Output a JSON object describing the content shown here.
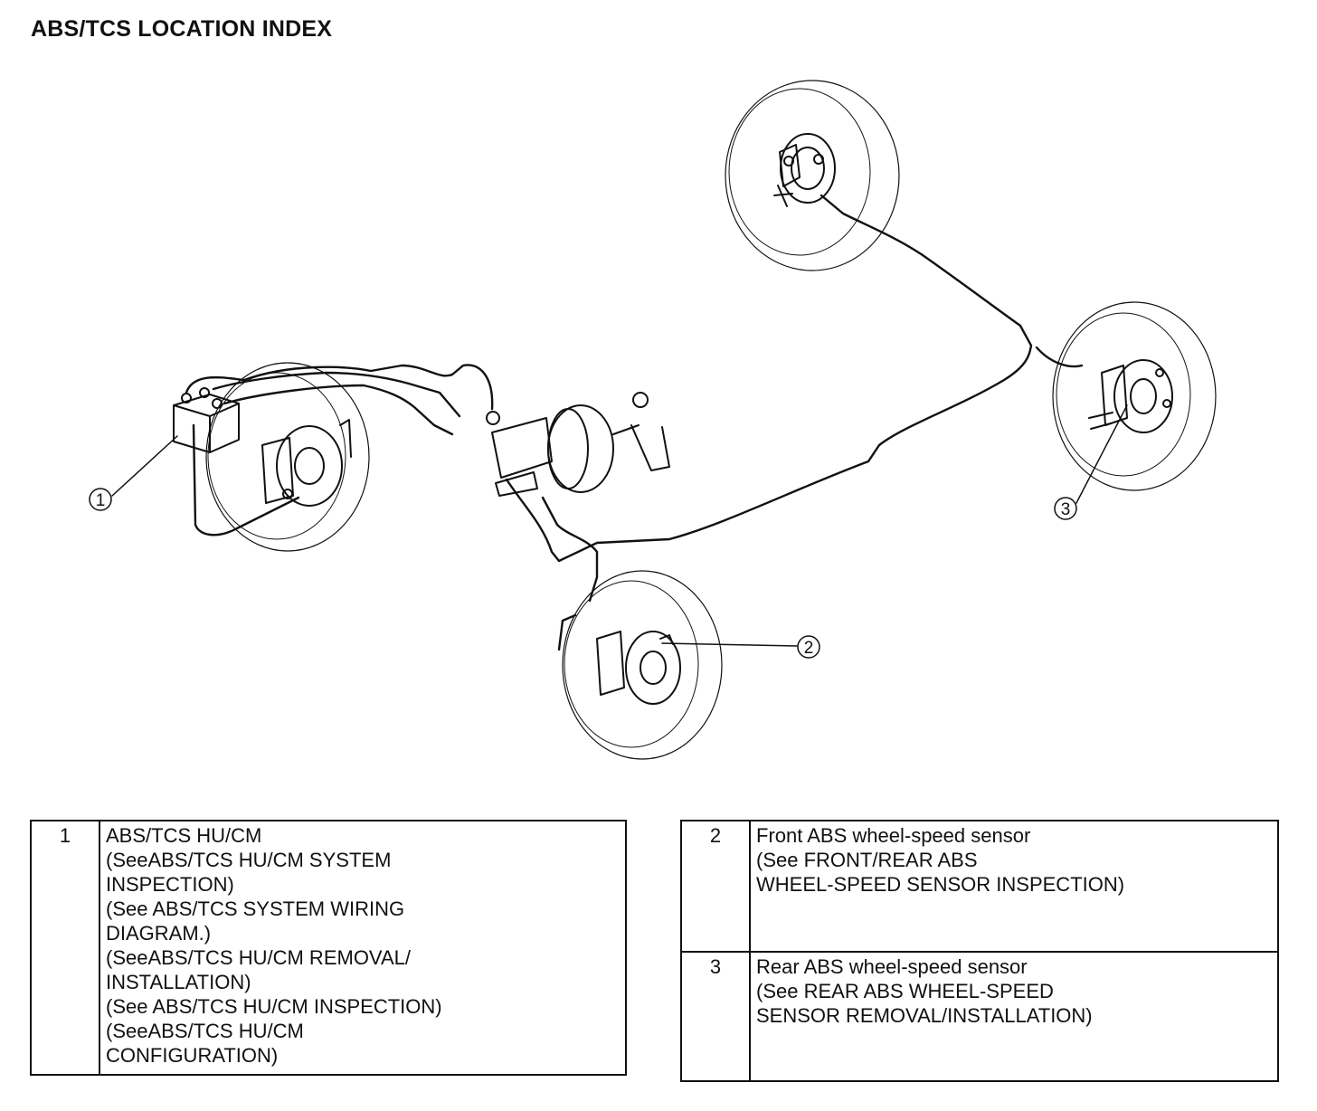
{
  "title": "ABS/TCS LOCATION INDEX",
  "callouts": [
    {
      "id": "1",
      "label": "1"
    },
    {
      "id": "2",
      "label": "2"
    },
    {
      "id": "3",
      "label": "3"
    }
  ],
  "legend_left": [
    {
      "number": "1",
      "text": "ABS/TCS HU/CM\n (SeeABS/TCS HU/CM SYSTEM\nINSPECTION)\n(See ABS/TCS SYSTEM WIRING\nDIAGRAM.)\n (SeeABS/TCS HU/CM REMOVAL/\nINSTALLATION)\n (See ABS/TCS HU/CM INSPECTION)\n (SeeABS/TCS HU/CM\nCONFIGURATION)"
    }
  ],
  "legend_right": [
    {
      "number": "2",
      "text": "Front ABS wheel-speed sensor\n (See FRONT/REAR ABS\nWHEEL-SPEED SENSOR INSPECTION)"
    },
    {
      "number": "3",
      "text": "Rear ABS wheel-speed sensor\n (See REAR ABS WHEEL-SPEED\nSENSOR REMOVAL/INSTALLATION)"
    }
  ]
}
